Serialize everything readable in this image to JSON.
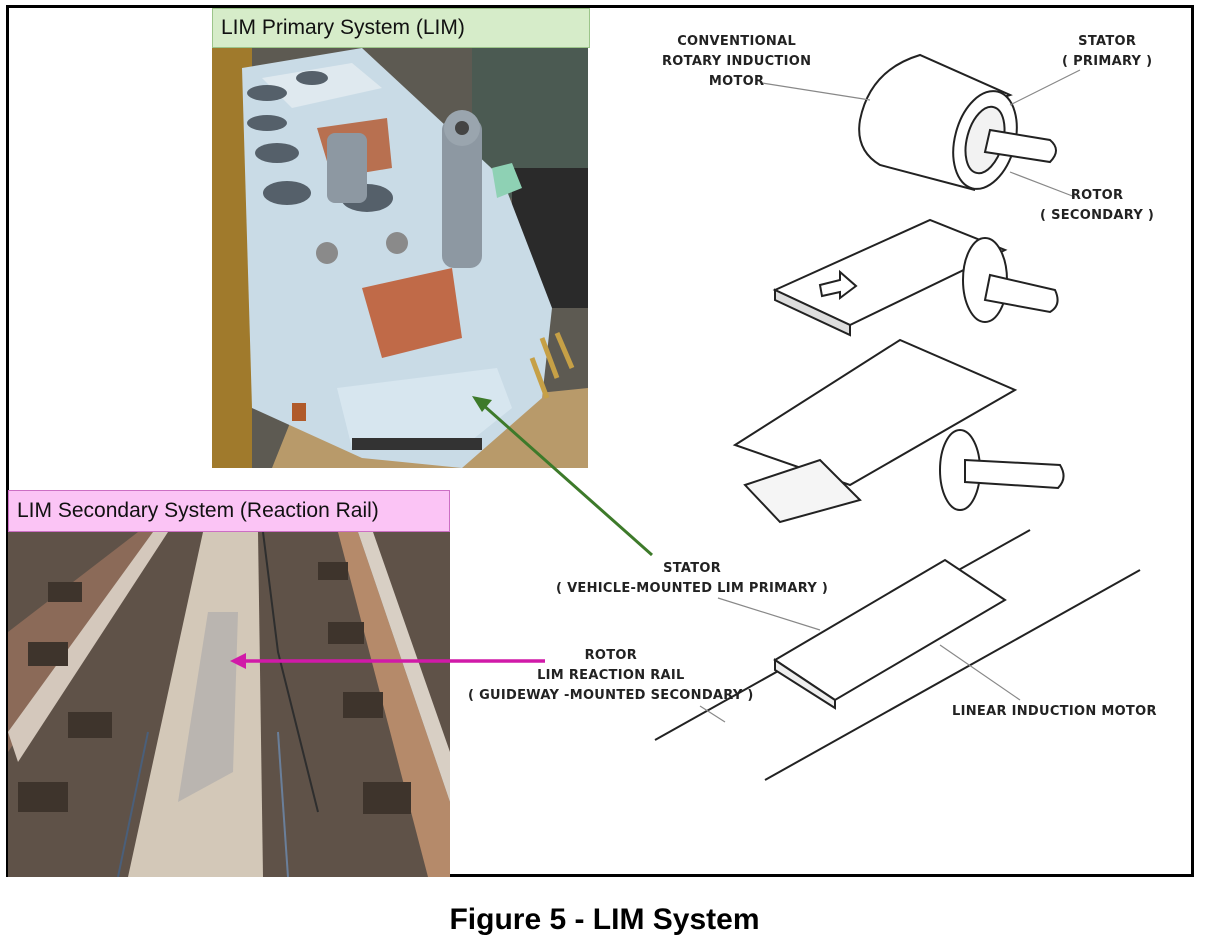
{
  "figure": {
    "caption": "Figure 5 - LIM System",
    "primary_photo": {
      "label": "LIM Primary System (LIM)",
      "label_bg": "#d6ecc9",
      "subject": "vehicle-mounted LIM primary unit (light blue frame with copper core)"
    },
    "secondary_photo": {
      "label": "LIM Secondary System (Reaction Rail)",
      "label_bg": "#fbc4f5",
      "subject": "guideway with reaction rail between running rails"
    },
    "arrows": {
      "primary_arrow_color": "#3d7a2a",
      "secondary_arrow_color": "#d11aa8"
    },
    "diagram_labels": {
      "conventional": [
        "CONVENTIONAL",
        "ROTARY INDUCTION",
        "MOTOR"
      ],
      "stator_primary": [
        "STATOR",
        "( PRIMARY )"
      ],
      "rotor_secondary": [
        "ROTOR",
        "( SECONDARY )"
      ],
      "stator_vehicle": [
        "STATOR",
        "( VEHICLE-MOUNTED LIM PRIMARY )"
      ],
      "rotor_rail": [
        "ROTOR",
        "LIM REACTION RAIL",
        "( GUIDEWAY -MOUNTED  SECONDARY )"
      ],
      "linear_motor": "LINEAR INDUCTION MOTOR"
    }
  }
}
